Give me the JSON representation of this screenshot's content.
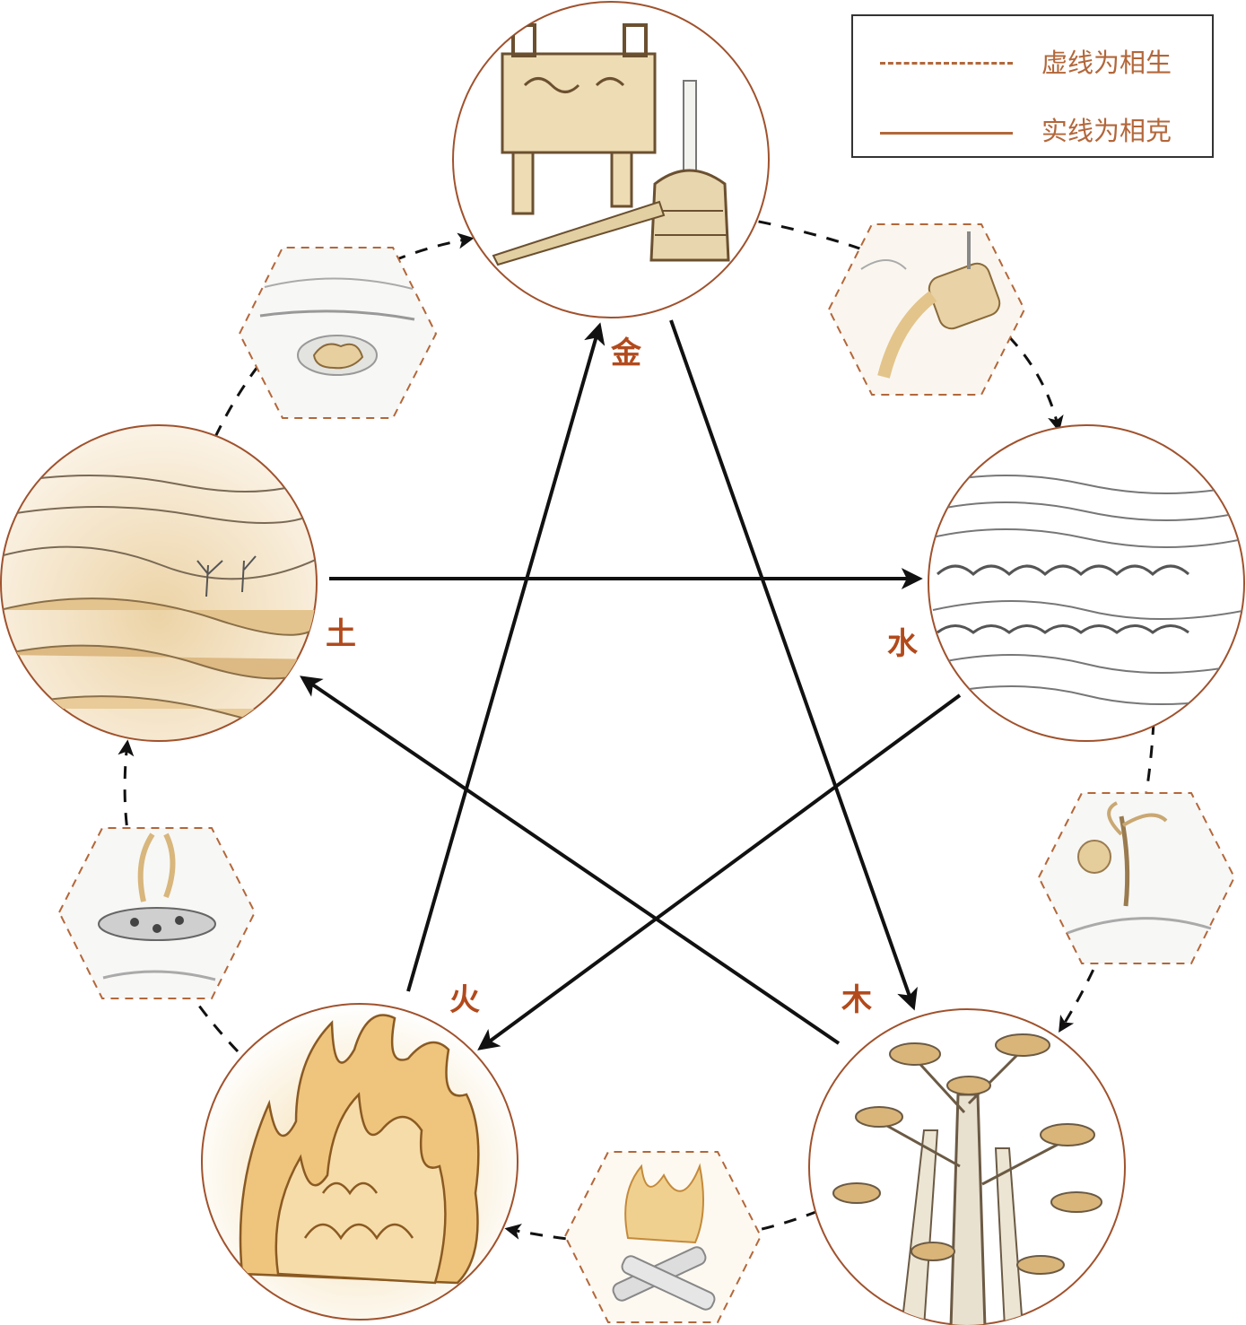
{
  "legend": {
    "dashed_label": "虚线为相生",
    "solid_label": "实线为相克"
  },
  "elements": {
    "metal": {
      "label": "金",
      "icon": "bronze-vessels-icon"
    },
    "water": {
      "label": "水",
      "icon": "waves-icon"
    },
    "wood": {
      "label": "木",
      "icon": "pine-trees-icon"
    },
    "fire": {
      "label": "火",
      "icon": "flames-icon"
    },
    "earth": {
      "label": "土",
      "icon": "hills-icon"
    }
  },
  "transitions": {
    "metal_to_water": "pouring-molten-metal-icon",
    "water_to_wood": "tree-by-water-icon",
    "wood_to_fire": "burning-logs-icon",
    "fire_to_earth": "ashes-smoke-icon",
    "earth_to_metal": "ore-in-ground-icon"
  },
  "colors": {
    "accent": "#b3673a",
    "label": "#b24a1c",
    "circle_border": "#a0522d",
    "arrow": "#111111",
    "sand": "#e6c99a",
    "flame": "#e0a84e"
  }
}
